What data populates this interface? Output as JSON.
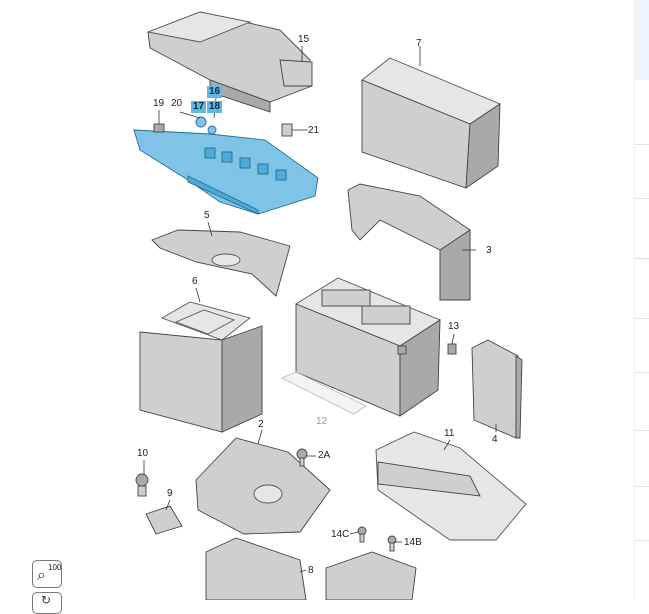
{
  "callouts": {
    "c2": "2",
    "c2a": "2A",
    "c3": "3",
    "c4": "4",
    "c5": "5",
    "c6": "6",
    "c7": "7",
    "c8": "8",
    "c9": "9",
    "c10": "10",
    "c11": "11",
    "c12": "12",
    "c13": "13",
    "c14b": "14B",
    "c14c": "14C",
    "c15": "15",
    "c16": "16",
    "c17": "17",
    "c18": "18",
    "c19": "19",
    "c20": "20",
    "c21": "21"
  },
  "highlighted_callouts": [
    "16",
    "17",
    "18"
  ],
  "colors": {
    "highlight": "#5fb7e3",
    "part": "#cfcfcf",
    "outline": "#444444"
  },
  "toolbar": {
    "zoom_value": "100",
    "zoom_icon": "magnifier-icon",
    "rotate_icon": "rotate-icon"
  }
}
